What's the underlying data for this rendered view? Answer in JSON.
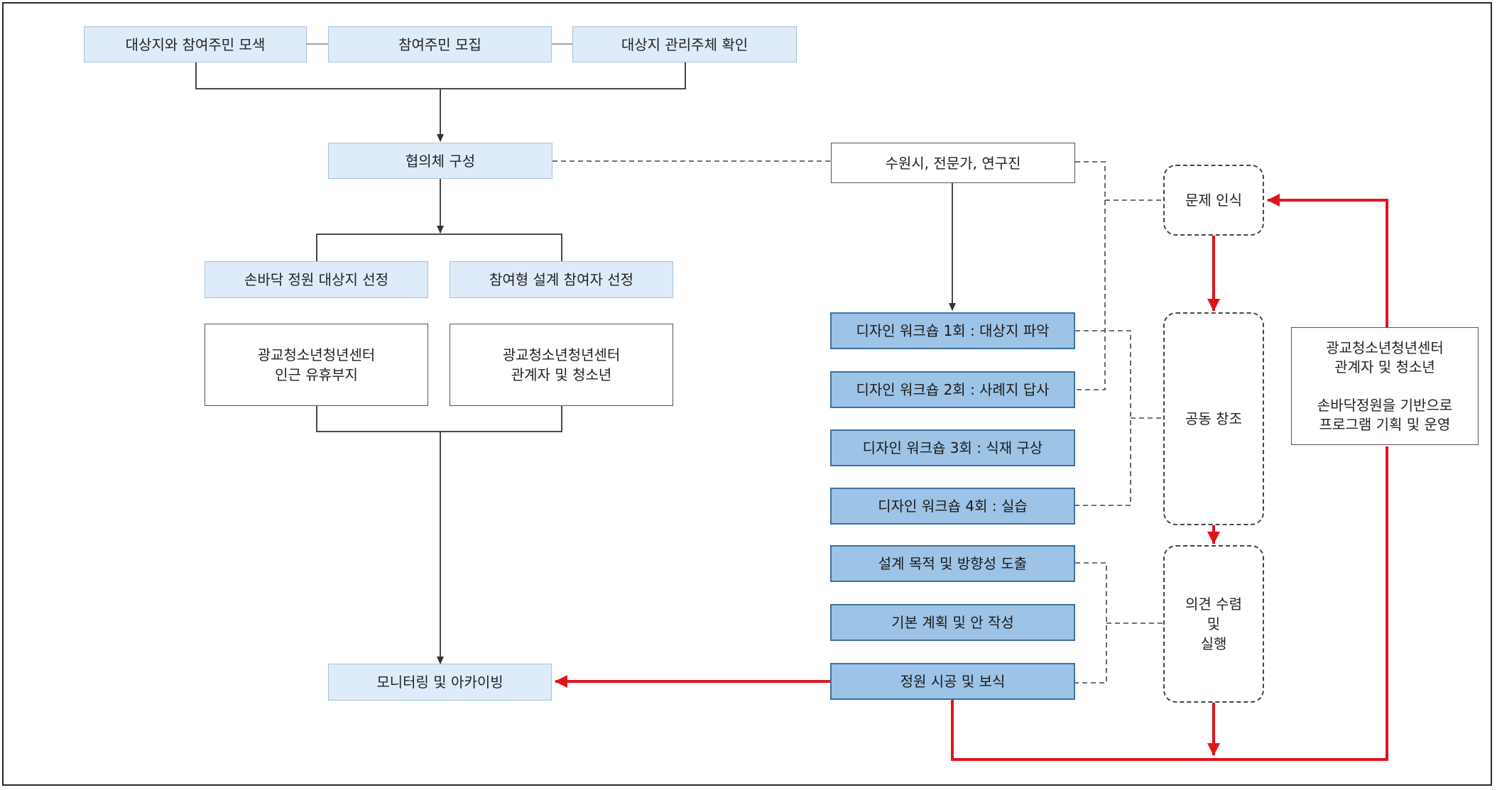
{
  "top_row": {
    "find_site": "대상지와 참여주민 모색",
    "recruit": "참여주민 모집",
    "confirm_manager": "대상지 관리주체 확인"
  },
  "council": "협의체 구성",
  "support_group": "수원시, 전문가, 연구진",
  "selection": {
    "site": "손바닥 정원 대상지 선정",
    "participants": "참여형 설계 참여자 선정"
  },
  "detail": {
    "site": "광교청소년청년센터\n인근 유휴부지",
    "participants": "광교청소년청년센터\n관계자 및 청소년"
  },
  "workshops": [
    "디자인 워크숍 1회 : 대상지 파악",
    "디자인 워크숍 2회 : 사례지 답사",
    "디자인 워크숍 3회 : 식재 구상",
    "디자인 워크숍 4회 : 실습"
  ],
  "design_steps": [
    "설계 목적 및 방향성 도출",
    "기본 계획 및 안 작성",
    "정원 시공 및 보식"
  ],
  "monitoring": "모니터링 및 아카이빙",
  "phases": {
    "recognition": "문제  인식",
    "co_creation": "공동 창조",
    "execution": "의견 수렴\n및\n실행"
  },
  "operation": "광교청소년청년센터\n관계자 및 청소년\n\n손바닥정원을 기반으로\n프로그램 기획 및 운영",
  "colors": {
    "light_fill": "#deebf8",
    "blue_fill": "#9dc3e6",
    "red_arrow": "#e0151b",
    "line": "#333333"
  }
}
